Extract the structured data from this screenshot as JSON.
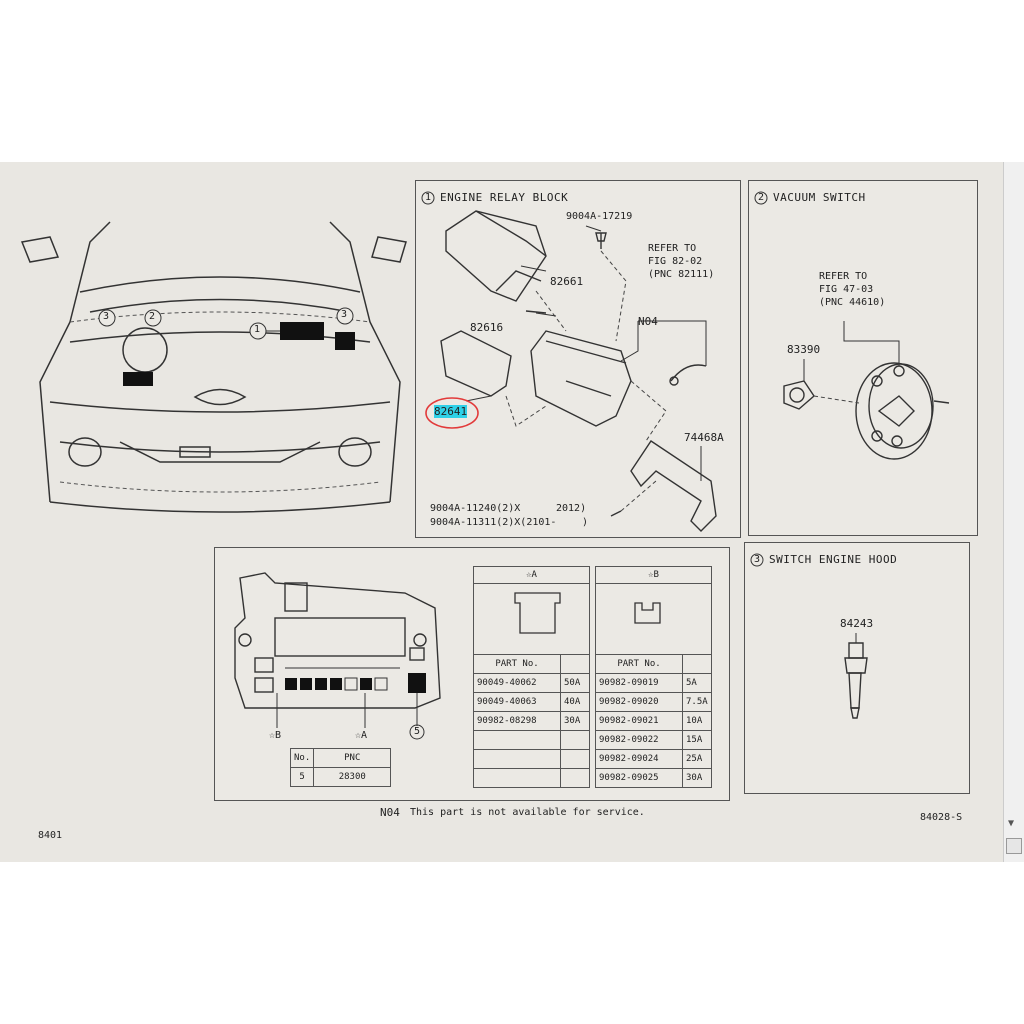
{
  "sections": {
    "s1": {
      "num": "1",
      "title": "ENGINE RELAY BLOCK"
    },
    "s2": {
      "num": "2",
      "title": "VACUUM SWITCH"
    },
    "s3": {
      "num": "3",
      "title": "SWITCH ENGINE HOOD"
    }
  },
  "overview_callouts": [
    "1",
    "2",
    "3",
    "3"
  ],
  "relay_block": {
    "parts": [
      "9004A-17219",
      "82661",
      "82616",
      "N04",
      "82641",
      "74468A"
    ],
    "refer": [
      "REFER TO",
      "FIG 82-02",
      "(PNC 82111)"
    ],
    "fasteners": [
      "9004A-11240(2)X",
      "2012)",
      "9004A-11311(2)X(2101-",
      ")"
    ]
  },
  "vacuum_switch": {
    "part": "83390",
    "refer": [
      "REFER TO",
      "FIG 47-03",
      "(PNC 44610)"
    ]
  },
  "hood_switch": {
    "part": "84243"
  },
  "fuse_box": {
    "marks": [
      "☆B",
      "☆A",
      "5"
    ],
    "pnc_table": {
      "headers": [
        "No.",
        "PNC"
      ],
      "row": [
        "5",
        "28300"
      ]
    }
  },
  "fuse_tables": {
    "a": {
      "header": "☆A",
      "col": "PART No.",
      "rows": [
        [
          "90049-40062",
          "50A"
        ],
        [
          "90049-40063",
          "40A"
        ],
        [
          "90982-08298",
          "30A"
        ],
        [
          "",
          ""
        ],
        [
          "",
          ""
        ],
        [
          "",
          ""
        ]
      ]
    },
    "b": {
      "header": "☆B",
      "col": "PART No.",
      "rows": [
        [
          "90982-09019",
          "5A"
        ],
        [
          "90982-09020",
          "7.5A"
        ],
        [
          "90982-09021",
          "10A"
        ],
        [
          "90982-09022",
          "15A"
        ],
        [
          "90982-09024",
          "25A"
        ],
        [
          "90982-09025",
          "30A"
        ]
      ]
    }
  },
  "footer": {
    "note_code": "N04",
    "note_text": "This part is not available for service.",
    "page_left": "8401",
    "page_right": "84028-S"
  },
  "colors": {
    "highlight": "#2fd1e8",
    "circle": "#e23a3a"
  }
}
